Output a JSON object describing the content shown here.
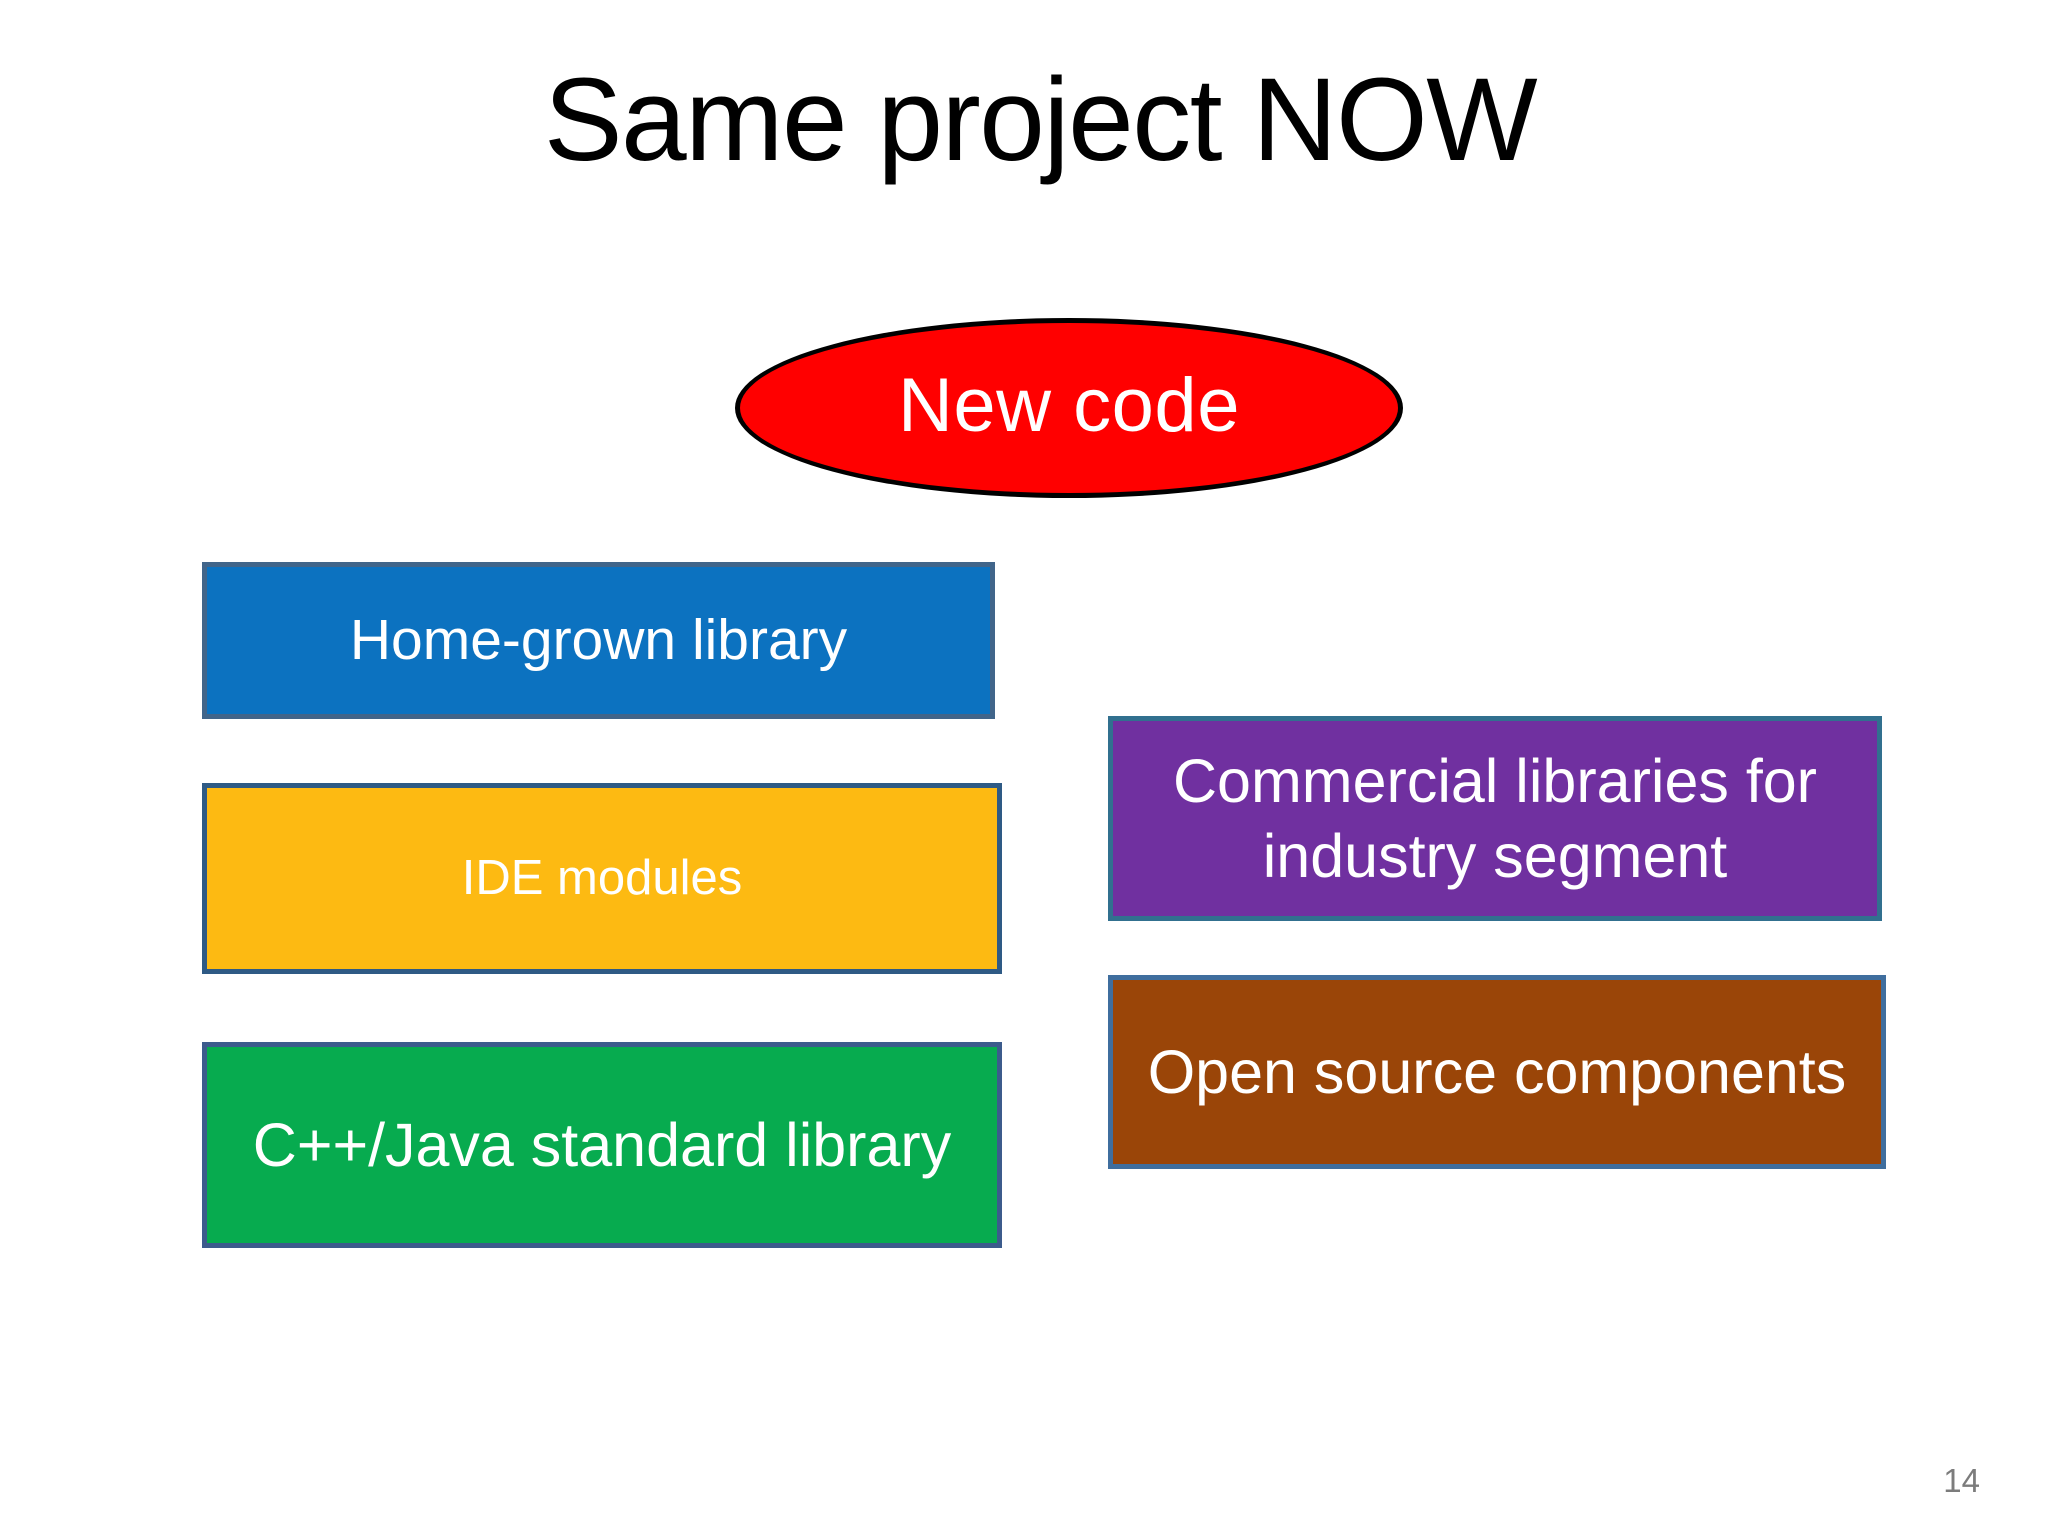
{
  "slide": {
    "title": "Same project NOW",
    "page_number": "14",
    "background_color": "#FFFFFF",
    "title_color": "#000000",
    "page_number_color": "#7C7C7C"
  },
  "callout": {
    "label": "New code",
    "shape": "ellipse",
    "fill_color": "#FF0000",
    "border_color": "#000000",
    "text_color": "#FFFFFF"
  },
  "left_column": {
    "boxes": [
      {
        "label": "Home-grown library",
        "fill_color": "#0C72C0",
        "border_color": "#41658A",
        "text_color": "#FFFFFF"
      },
      {
        "label": "IDE modules",
        "fill_color": "#FDBA12",
        "border_color": "#2E5A85",
        "text_color": "#FFFFFF"
      },
      {
        "label": "C++/Java standard library",
        "fill_color": "#07AB4F",
        "border_color": "#3C5B8C",
        "text_color": "#FFFFFF"
      }
    ]
  },
  "right_column": {
    "boxes": [
      {
        "label": "Commercial libraries for industry segment",
        "fill_color": "#7030A0",
        "border_color": "#31708F",
        "text_color": "#FFFFFF"
      },
      {
        "label": "Open source components",
        "fill_color": "#9A4508",
        "border_color": "#3F6E9E",
        "text_color": "#FFFFFF"
      }
    ]
  }
}
